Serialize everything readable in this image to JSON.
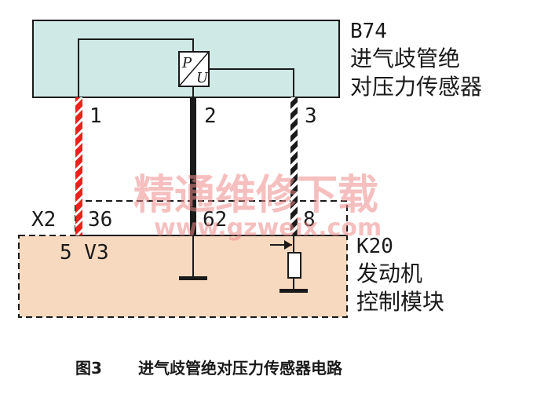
{
  "sensor": {
    "code": "B74",
    "name_line1": "进气歧管绝",
    "name_line2": "对压力传感器",
    "symbol_p": "P",
    "symbol_u": "U",
    "fill_color": "#cfe9e6"
  },
  "pins": {
    "pin1": "1",
    "pin2": "2",
    "pin3": "3"
  },
  "connector": {
    "code": "X2",
    "pin36": "36",
    "pin62": "62",
    "pin8": "8"
  },
  "ecm": {
    "code": "K20",
    "name_line1": "发动机",
    "name_line2": "控制模块",
    "supply_label": "5 V3",
    "fill_color": "#f7d9bf"
  },
  "wires": {
    "red": "#e8221c",
    "black": "#1a1a1a"
  },
  "watermark": {
    "text": "精通维修下载",
    "url": "www.gzweix.com"
  },
  "caption": {
    "figure": "图3",
    "title": "进气歧管绝对压力传感器电路"
  }
}
